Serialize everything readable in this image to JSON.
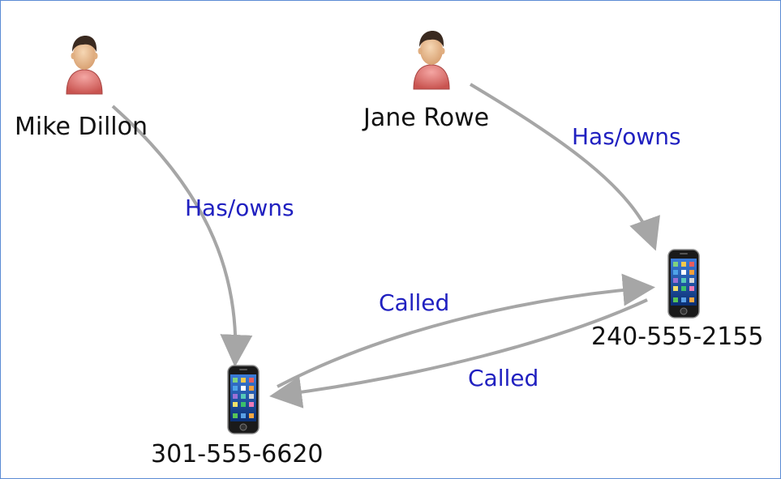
{
  "colors": {
    "frame_border": "#5b8bd4",
    "edge": "#a6a6a6",
    "edge_label": "#2020c0",
    "node_label": "#111111",
    "person_shirt": "#e07b78",
    "person_skin": "#e9c096",
    "person_hair": "#3a2a20",
    "phone_body": "#1a1a1a"
  },
  "nodes": {
    "mike": {
      "label": "Mike Dillon",
      "icon": "person-icon"
    },
    "jane": {
      "label": "Jane Rowe",
      "icon": "person-icon"
    },
    "phone_a": {
      "label": "301-555-6620",
      "icon": "phone-icon"
    },
    "phone_b": {
      "label": "240-555-2155",
      "icon": "phone-icon"
    }
  },
  "edges": {
    "mike_owns": {
      "label": "Has/owns",
      "from": "Mike Dillon",
      "to": "301-555-6620"
    },
    "jane_owns": {
      "label": "Has/owns",
      "from": "Jane Rowe",
      "to": "240-555-2155"
    },
    "call_a_to_b": {
      "label": "Called",
      "from": "301-555-6620",
      "to": "240-555-2155"
    },
    "call_b_to_a": {
      "label": "Called",
      "from": "240-555-2155",
      "to": "301-555-6620"
    }
  }
}
